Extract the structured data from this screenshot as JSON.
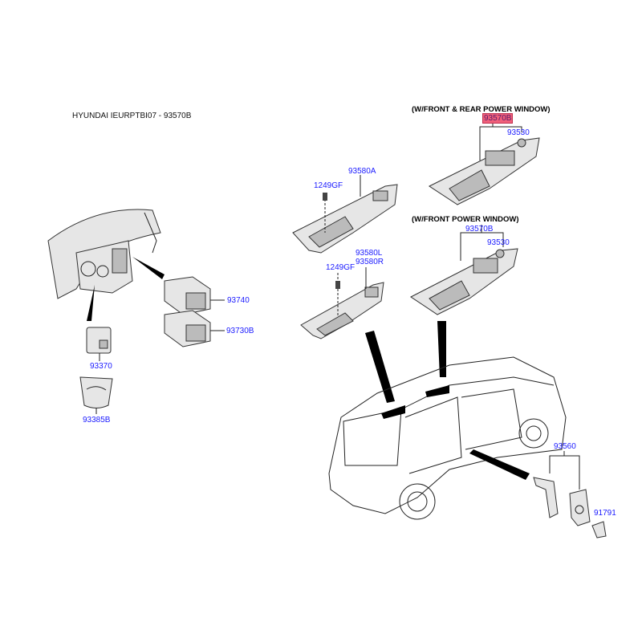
{
  "title": "HYUNDAI IEURPTBI07 - 93570B",
  "section_front_rear": "(W/FRONT & REAR POWER WINDOW)",
  "section_front": "(W/FRONT POWER WINDOW)",
  "highlight_color": "#f0607a",
  "label_color": "#1a1aff",
  "labels": {
    "p93570B_top": "93570B",
    "p93530_top": "93530",
    "p93580A": "93580A",
    "p1249GF_a": "1249GF",
    "p93570B_front": "93570B",
    "p93530_front": "93530",
    "p93580L": "93580L",
    "p93580R": "93580R",
    "p1249GF_b": "1249GF",
    "p93740": "93740",
    "p93730B": "93730B",
    "p93370": "93370",
    "p93385B": "93385B",
    "p93560": "93560",
    "p91791": "91791"
  }
}
